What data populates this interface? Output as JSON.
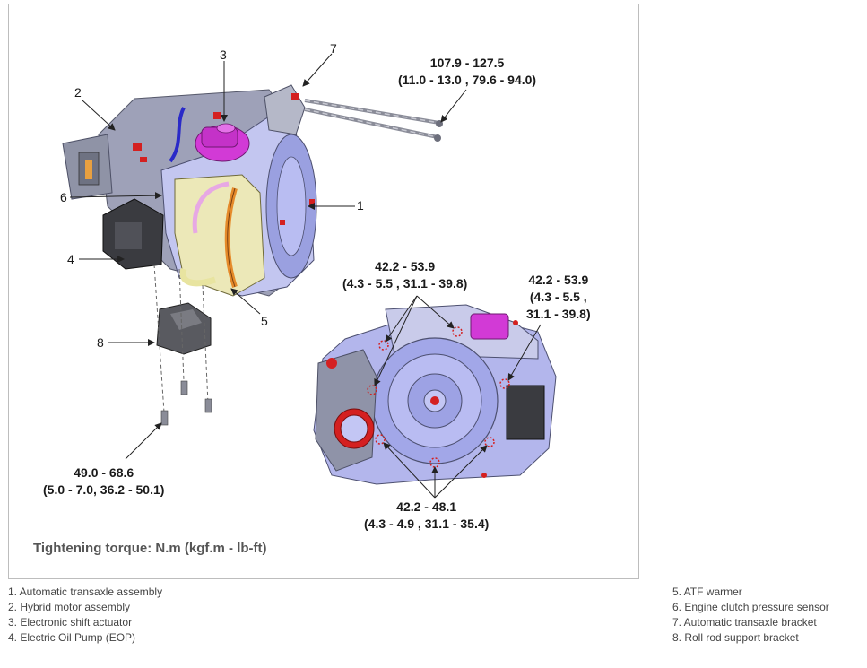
{
  "callouts": [
    "1",
    "2",
    "3",
    "4",
    "5",
    "6",
    "7",
    "8"
  ],
  "torques": {
    "t1": {
      "line1": "107.9 - 127.5",
      "line2": "(11.0 - 13.0 , 79.6 - 94.0)"
    },
    "t2": {
      "line1": "42.2 - 53.9",
      "line2": "(4.3 - 5.5 , 31.1 - 39.8)"
    },
    "t3": {
      "line1": "42.2 - 53.9",
      "line2": "(4.3 - 5.5 ,",
      "line3": "31.1 - 39.8)"
    },
    "t4": {
      "line1": "49.0 - 68.6",
      "line2": "(5.0 - 7.0, 36.2 - 50.1)"
    },
    "t5": {
      "line1": "42.2 - 48.1",
      "line2": "(4.3 - 4.9 , 31.1 - 35.4)"
    }
  },
  "legend_title": "Tightening torque: N.m (kgf.m - lb-ft)",
  "legend_left": [
    "1. Automatic transaxle assembly",
    "2. Hybrid motor assembly",
    "3. Electronic shift actuator",
    "4. Electric Oil Pump (EOP)"
  ],
  "legend_right": [
    "5. ATF warmer",
    "6. Engine clutch pressure sensor",
    "7. Automatic transaxle bracket",
    "8. Roll rod support bracket"
  ],
  "colors": {
    "component_blue": "#a9aee8",
    "housing_gray": "#8c8fa0",
    "actuator_magenta": "#d23ad6",
    "warmer_orange": "#e58a2a",
    "mark_red": "#d42020",
    "leader": "#222222"
  }
}
